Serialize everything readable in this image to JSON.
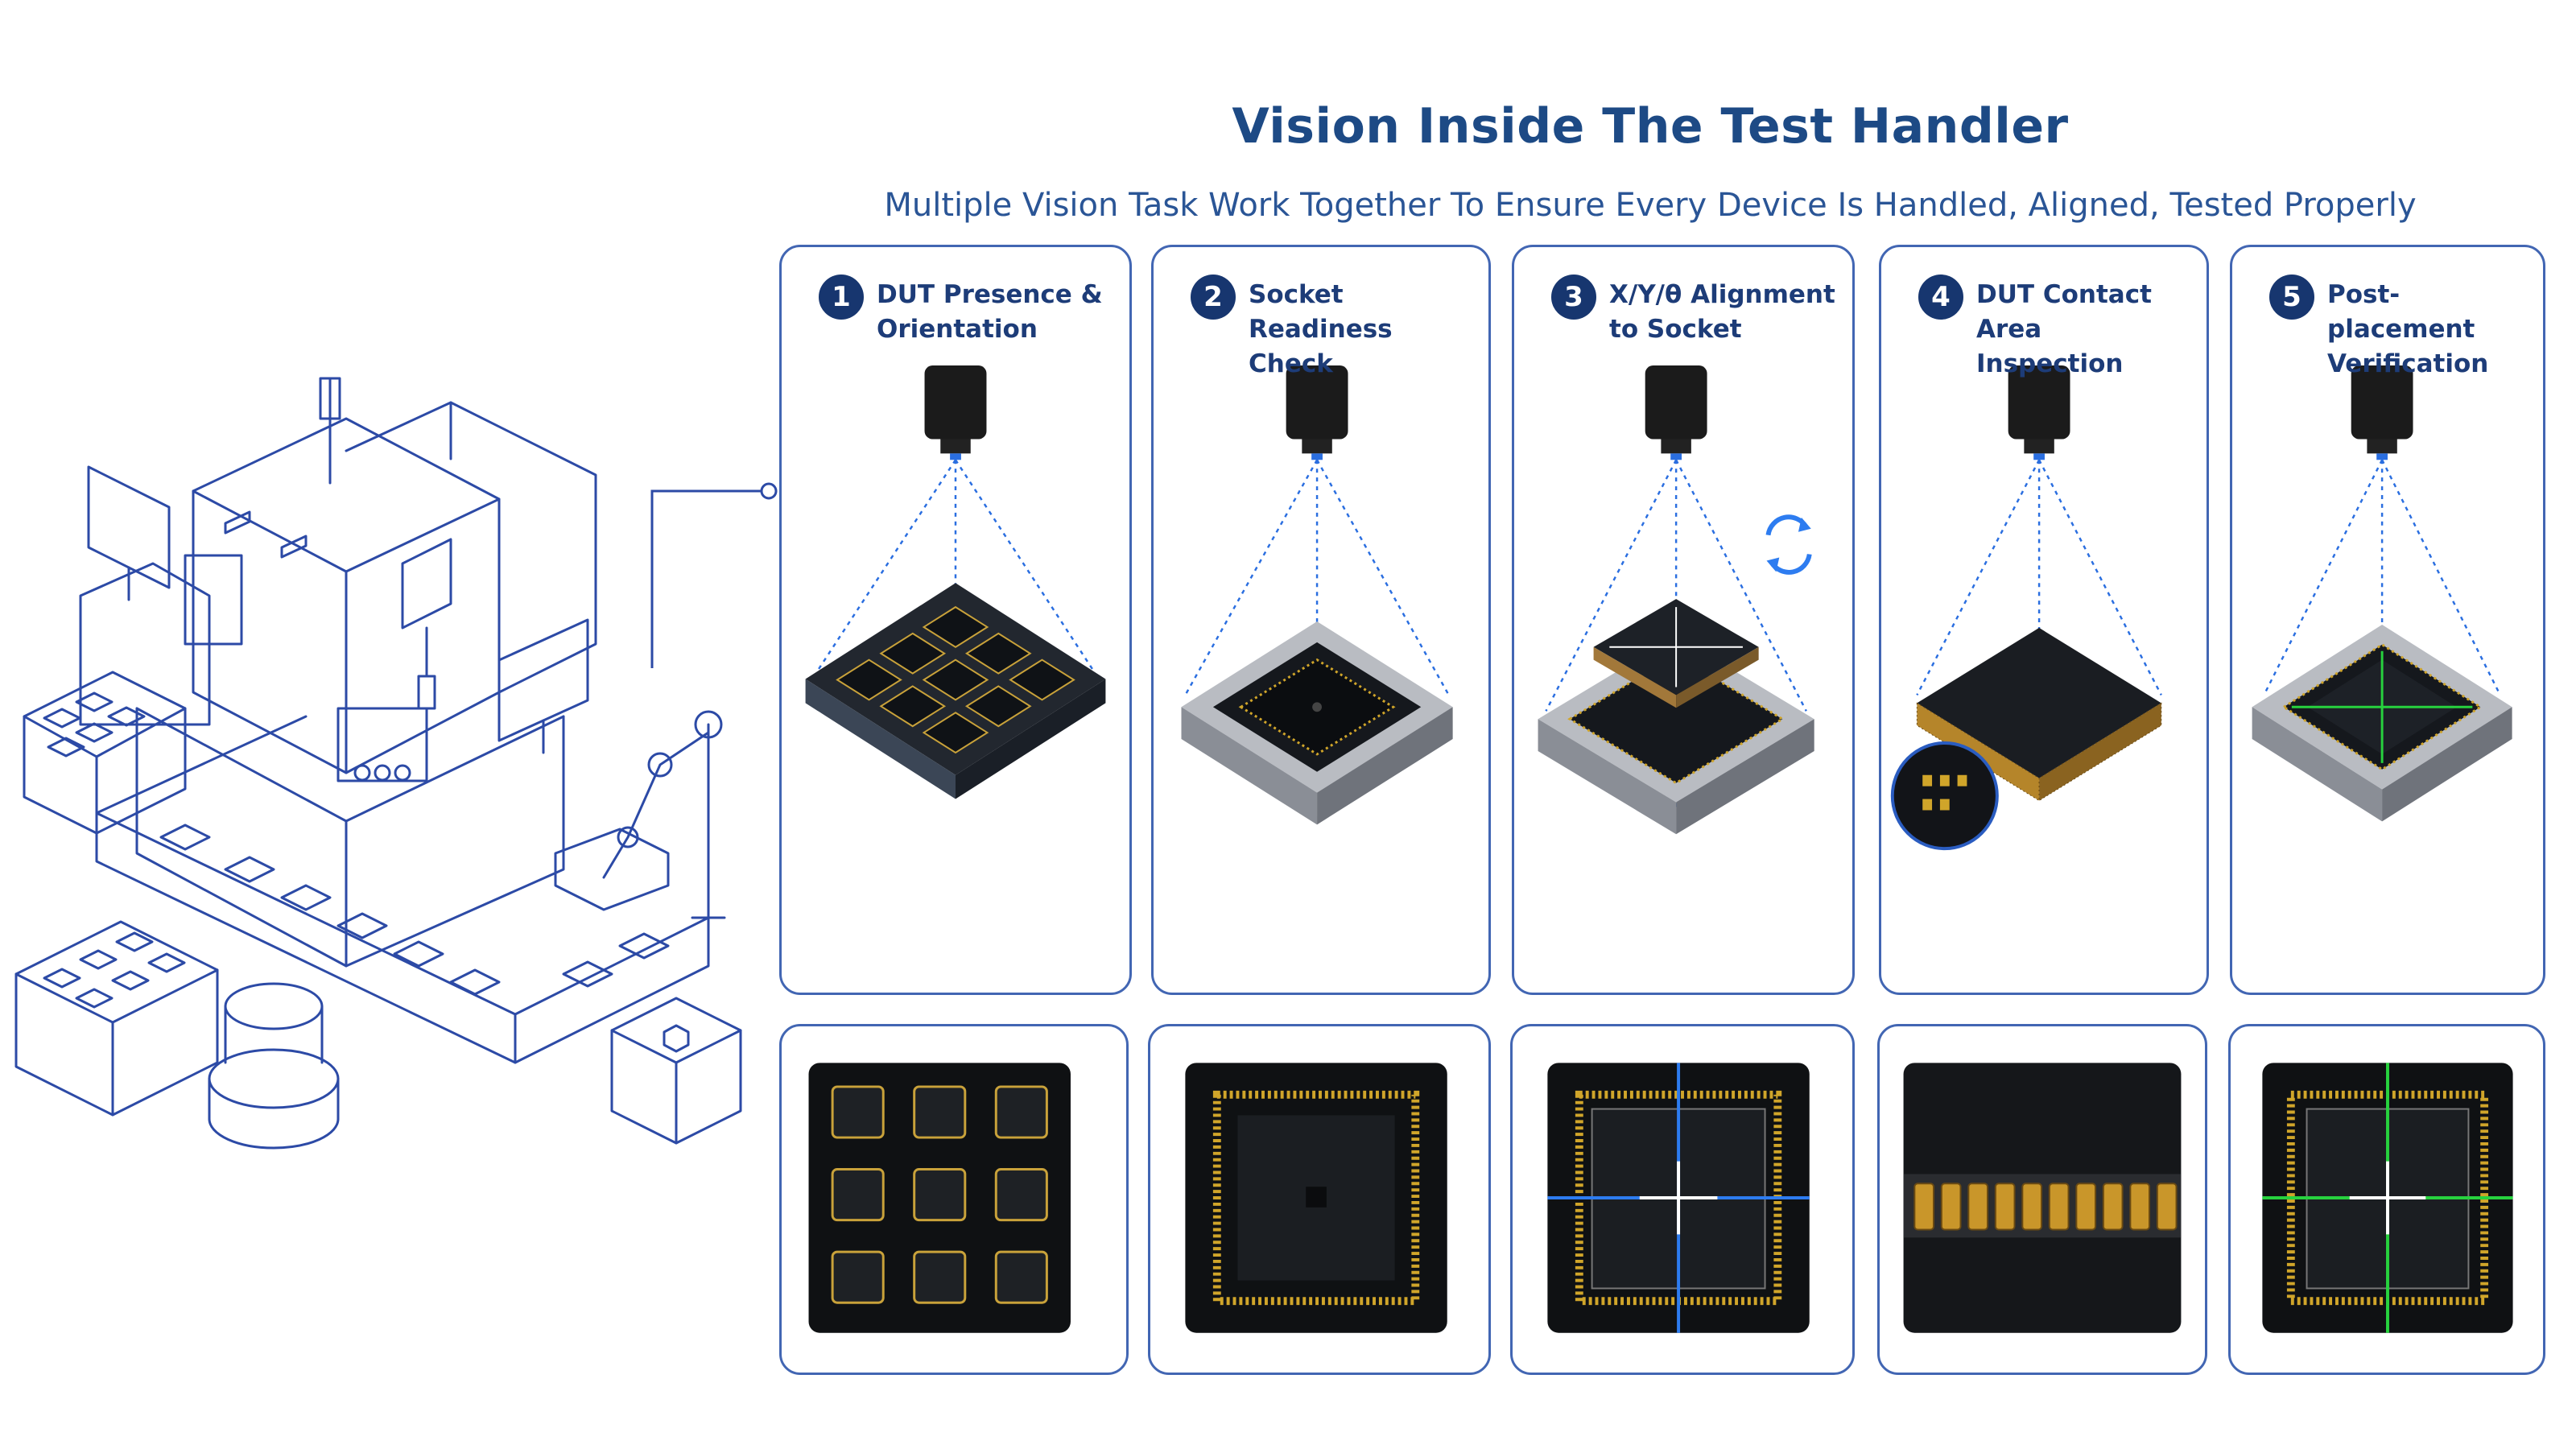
{
  "header": {
    "title": "Vision Inside The Test Handler",
    "subtitle": "Multiple Vision Task Work Together To Ensure Every Device Is Handled, Aligned, Tested Properly"
  },
  "steps": [
    {
      "number": "1",
      "title": "DUT Presence & Orientation"
    },
    {
      "number": "2",
      "title": "Socket Readiness Check"
    },
    {
      "number": "3",
      "title": "X/Y/θ Alignment to Socket"
    },
    {
      "number": "4",
      "title": "DUT Contact Area Inspection"
    },
    {
      "number": "5",
      "title": "Post-placement Verification"
    }
  ],
  "icons": {
    "camera": "camera-icon",
    "rotate": "rotate-icon",
    "magnifier": "zoom-inset-icon"
  },
  "colors": {
    "accent": "#1d4a85",
    "card_border": "#4266b3",
    "badge": "#17366f",
    "line_art": "#2c4aa6",
    "beam": "#2a6ee0",
    "crosshair_blue": "#2d7cf0",
    "crosshair_green": "#27d23e",
    "gold": "#d0a52a"
  }
}
